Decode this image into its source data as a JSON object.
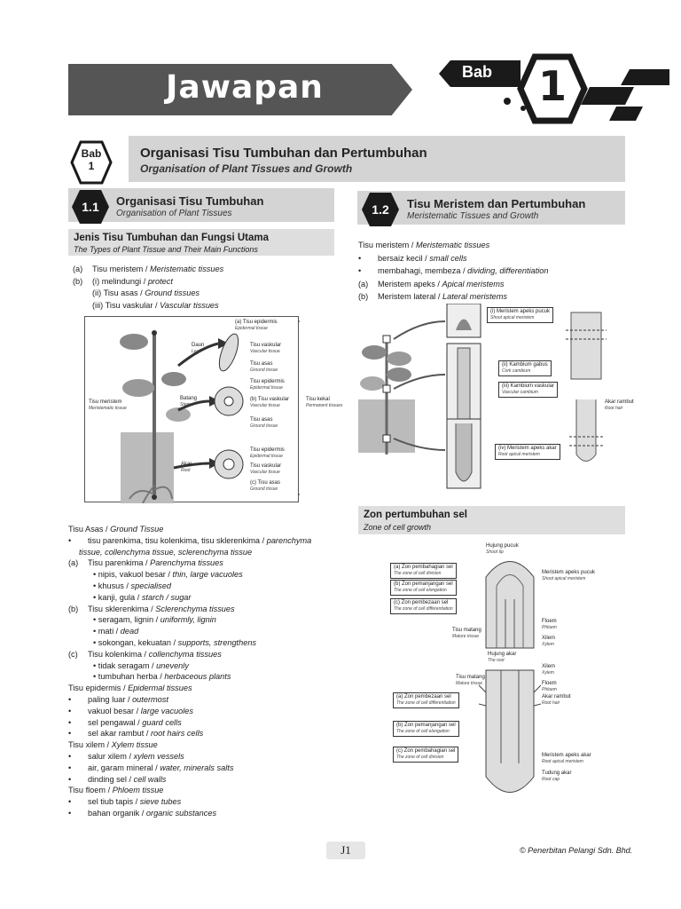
{
  "header": {
    "title": "Jawapan",
    "bab_label": "Bab",
    "bab_number": "1"
  },
  "chapter": {
    "badge_label": "Bab",
    "badge_number": "1",
    "title": "Organisasi Tisu Tumbuhan dan Pertumbuhan",
    "subtitle": "Organisation of Plant Tissues and Growth"
  },
  "sec11": {
    "number": "1.1",
    "title": "Organisasi Tisu Tumbuhan",
    "subtitle": "Organisation of Plant Tissues"
  },
  "sec12": {
    "number": "1.2",
    "title": "Tisu Meristem dan Pertumbuhan",
    "subtitle": "Meristematic Tissues and Growth"
  },
  "jenis": {
    "title": "Jenis Tisu Tumbuhan dan Fungsi Utama",
    "subtitle": "The Types of Plant Tissue and Their Main Functions"
  },
  "left_list_top": [
    {
      "m": "(a)",
      "text": "Tisu meristem / ",
      "it": "Meristematic tissues"
    },
    {
      "m": "(b)",
      "text": "(i)    melindungi / ",
      "it": "protect"
    },
    {
      "m": "",
      "text": "(ii)   Tisu asas / ",
      "it": "Ground tissues"
    },
    {
      "m": "",
      "text": "(iii)  Tisu vaskular / ",
      "it": "Vascular tissues"
    }
  ],
  "fig1": {
    "leaf_label": "Daun",
    "leaf_en": "Leaf",
    "stem_label": "Batang",
    "stem_en": "Stem",
    "root_label": "Akar",
    "root_en": "Root",
    "meristem_label": "Tisu meristem",
    "meristem_en": "Meristematic tissue",
    "permanent_label": "Tisu kekal",
    "permanent_en": "Permanent tissues",
    "labels": [
      {
        "t": "(a)  Tisu epidermis",
        "e": "Epidermal tissue"
      },
      {
        "t": "Tisu vaskular",
        "e": "Vascular tissue"
      },
      {
        "t": "Tisu asas",
        "e": "Ground tissue"
      },
      {
        "t": "Tisu epidermis",
        "e": "Epidermal tissue"
      },
      {
        "t": "(b)  Tisu vaskular",
        "e": "Vascular tissue"
      },
      {
        "t": "Tisu asas",
        "e": "Ground tissue"
      },
      {
        "t": "Tisu epidermis",
        "e": "Epidermal tissue"
      },
      {
        "t": "Tisu vaskular",
        "e": "Vascular tissue"
      },
      {
        "t": "(c)  Tisu asas",
        "e": "Ground tissue"
      }
    ]
  },
  "left_list_bottom": [
    {
      "m": "",
      "text": "Tisu Asas / ",
      "it": "Ground Tissue"
    },
    {
      "m": "•",
      "text": "tisu parenkima, tisu kolenkima, tisu sklerenkima / ",
      "it": "parenchyma"
    },
    {
      "m": "",
      "text": "",
      "it": "tissue, collenchyma tissue, sclerenchyma tissue"
    },
    {
      "m": "(a)",
      "text": "Tisu parenkima / ",
      "it": "Parenchyma tissues"
    },
    {
      "m": "",
      "text": "• nipis, vakuol besar / ",
      "it": "thin, large vacuoles"
    },
    {
      "m": "",
      "text": "• khusus / ",
      "it": "specialised"
    },
    {
      "m": "",
      "text": "• kanji, gula / ",
      "it": "starch / sugar"
    },
    {
      "m": "(b)",
      "text": "Tisu sklerenkima / ",
      "it": "Sclerenchyma tissues"
    },
    {
      "m": "",
      "text": "• seragam, lignin / ",
      "it": "uniformly, lignin"
    },
    {
      "m": "",
      "text": "• mati / ",
      "it": "dead"
    },
    {
      "m": "",
      "text": "• sokongan, kekuatan / ",
      "it": "supports, strengthens"
    },
    {
      "m": "(c)",
      "text": "Tisu kolenkima / ",
      "it": "collenchyma tissues"
    },
    {
      "m": "",
      "text": "• tidak seragam / ",
      "it": "unevenly"
    },
    {
      "m": "",
      "text": "• tumbuhan herba / ",
      "it": "herbaceous plants"
    },
    {
      "m": "",
      "text": "Tisu epidermis / ",
      "it": "Epidermal tissues"
    },
    {
      "m": "•",
      "text": "paling luar / ",
      "it": "outermost"
    },
    {
      "m": "•",
      "text": "vakuol besar / ",
      "it": "large vacuoles"
    },
    {
      "m": "•",
      "text": "sel pengawal / ",
      "it": "guard cells"
    },
    {
      "m": "•",
      "text": "sel akar rambut / ",
      "it": "root hairs cells"
    },
    {
      "m": "",
      "text": "Tisu xilem / ",
      "it": "Xylem tissue"
    },
    {
      "m": "•",
      "text": "salur xilem / ",
      "it": "xylem vessels"
    },
    {
      "m": "•",
      "text": "air, garam mineral / ",
      "it": "water, minerals salts"
    },
    {
      "m": "•",
      "text": "dinding sel / ",
      "it": "cell walls"
    },
    {
      "m": "",
      "text": "Tisu floem / ",
      "it": "Phloem tissue"
    },
    {
      "m": "•",
      "text": "sel tiub tapis / ",
      "it": "sieve tubes"
    },
    {
      "m": "•",
      "text": "bahan organik / ",
      "it": "organic substances"
    }
  ],
  "right_list": [
    {
      "m": "",
      "text": "Tisu meristem / ",
      "it": "Meristematic tissues"
    },
    {
      "m": "•",
      "text": "bersaiz kecil / ",
      "it": "small cells"
    },
    {
      "m": "•",
      "text": "membahagi, membeza / ",
      "it": "dividing, differentiation"
    },
    {
      "m": "(a)",
      "text": "Meristem apeks / ",
      "it": "Apical meristems"
    },
    {
      "m": "(b)",
      "text": "Meristem lateral / ",
      "it": "Lateral meristems"
    }
  ],
  "fig2": {
    "labels": [
      {
        "t": "(i)   Meristem apeks pucuk",
        "e": "Shoot apical meristem"
      },
      {
        "t": "(ii)  Kambium gabus",
        "e": "Cork cambium"
      },
      {
        "t": "(iii) Kambium vaskular",
        "e": "Vascular cambium"
      },
      {
        "t": "(iv)  Meristem apeks akar",
        "e": "Root apical meristem"
      }
    ],
    "root_hair": "Akar rambut",
    "root_hair_en": "Root hair"
  },
  "zon": {
    "title": "Zon pertumbuhan sel",
    "subtitle": "Zone of cell growth"
  },
  "fig3": {
    "shoot_tip": "Hujung pucuk",
    "shoot_tip_en": "Shoot tip",
    "shoot_left": [
      {
        "t": "(a) Zon pembahagian sel",
        "e": "The zone of cell division"
      },
      {
        "t": "(b) Zon pemanjangan sel",
        "e": "The zone of cell elongation"
      },
      {
        "t": "(c) Zon pembezaan sel",
        "e": "The zone of cell differentiation"
      }
    ],
    "shoot_right": [
      {
        "t": "Meristem apeks pucuk",
        "e": "Shoot apical meristem"
      },
      {
        "t": "Floem",
        "e": "Phloem"
      },
      {
        "t": "Xilem",
        "e": "Xylem"
      }
    ],
    "mature": "Tisu matang",
    "mature_en": "Mature tissue",
    "root_tip": "Hujung akar",
    "root_tip_en": "The root",
    "root_left": [
      {
        "t": "(a) Zon pembezaan sel",
        "e": "The zone of cell differentiation"
      },
      {
        "t": "(b) Zon pemanjangan sel",
        "e": "The zone of cell elongation"
      },
      {
        "t": "(c) Zon pembahagian sel",
        "e": "The zone of cell division"
      }
    ],
    "root_right": [
      {
        "t": "Xilem",
        "e": "Xylem"
      },
      {
        "t": "Floem",
        "e": "Phloem"
      },
      {
        "t": "Akar rambut",
        "e": "Root hair"
      },
      {
        "t": "Meristem apeks akar",
        "e": "Root apical meristem"
      },
      {
        "t": "Tudung akar",
        "e": "Root cap"
      }
    ]
  },
  "footer": {
    "page": "J1",
    "copyright": "© Penerbitan Pelangi Sdn. Bhd."
  }
}
